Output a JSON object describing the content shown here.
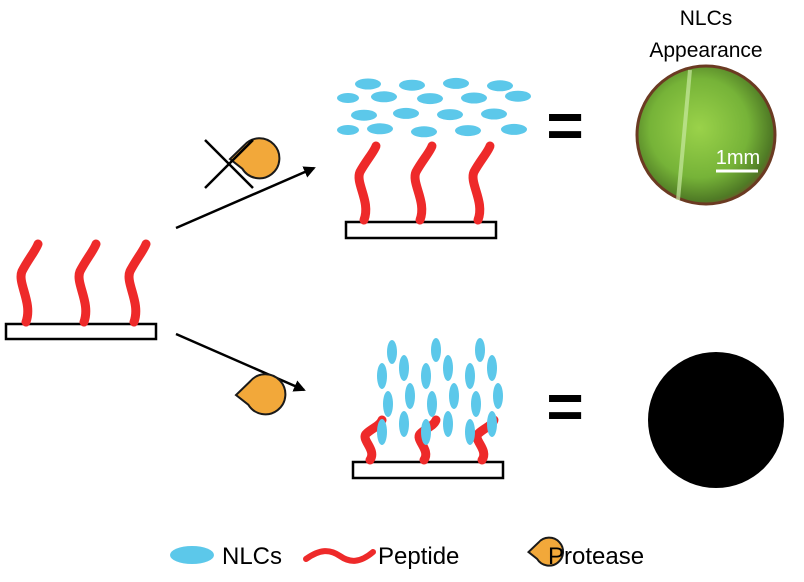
{
  "header": {
    "line1": "NLCs",
    "line2": "Appearance"
  },
  "scale_bar": {
    "label": "1mm"
  },
  "equals_symbol": "=",
  "legend": {
    "items": [
      {
        "label": "NLCs",
        "icon": "nlc-ellipse-icon"
      },
      {
        "label": "Peptide",
        "icon": "peptide-wave-icon"
      },
      {
        "label": "Protease",
        "icon": "protease-pacman-icon"
      }
    ]
  },
  "colors": {
    "peptide": "#ee2a2a",
    "nlc": "#5cc8ea",
    "protease": "#f2a83a",
    "protease_outline": "#1a1a1a",
    "substrate_fill": "#ffffff",
    "dark_appearance": "#000000",
    "green_appearance": "#7fbd3a"
  }
}
